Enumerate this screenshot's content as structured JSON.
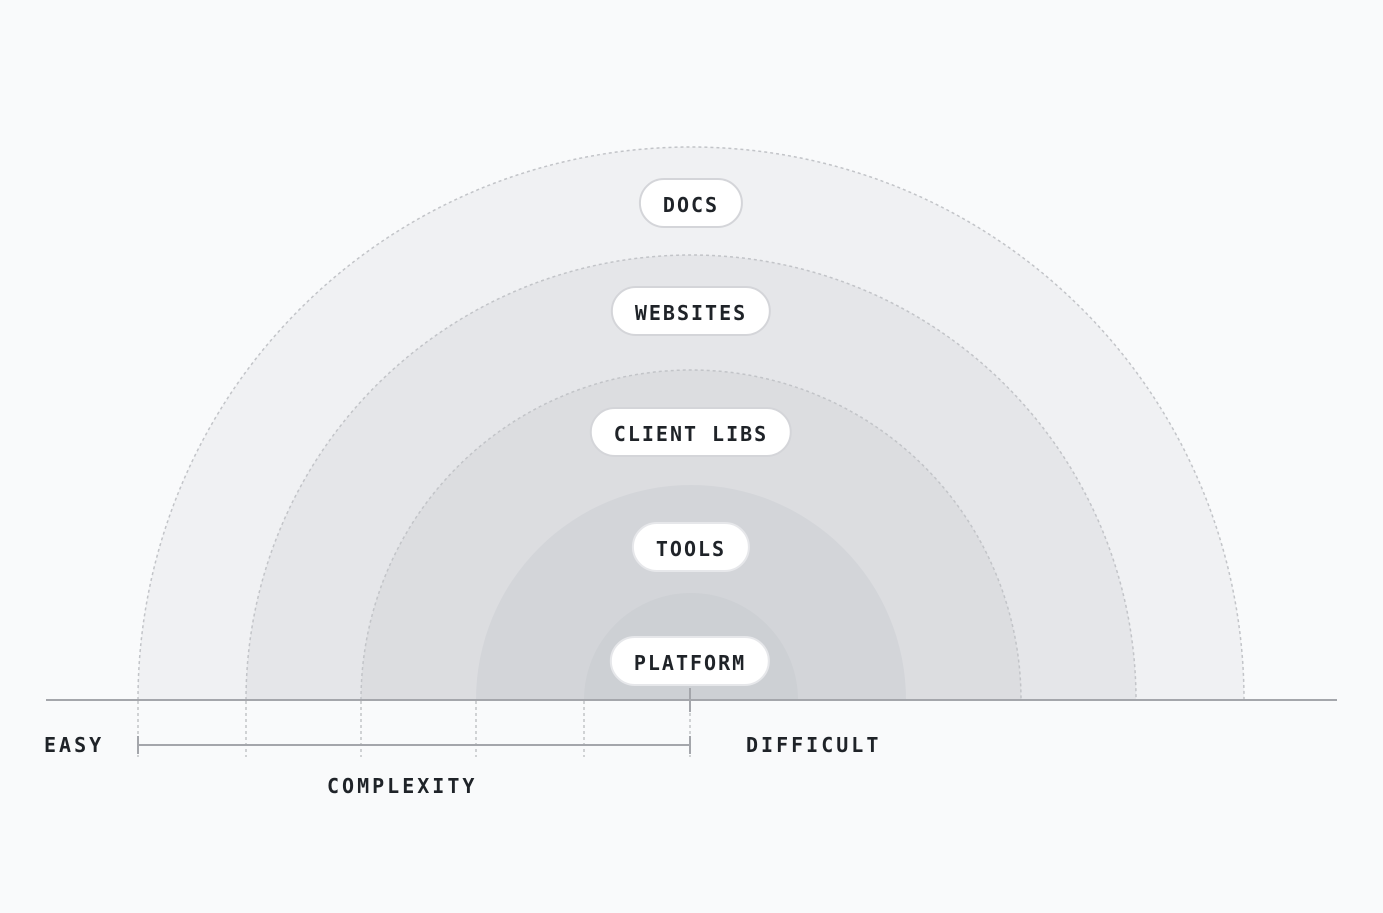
{
  "layers": [
    {
      "label": "DOCS"
    },
    {
      "label": "WEBSITES"
    },
    {
      "label": "CLIENT LIBS"
    },
    {
      "label": "TOOLS"
    },
    {
      "label": "PLATFORM"
    }
  ],
  "axis": {
    "left_label": "EASY",
    "right_label": "DIFFICULT",
    "scale_label": "COMPLEXITY"
  },
  "colors": {
    "background": "#f9fafb",
    "ring_docs": "#f0f1f3",
    "ring_websites": "#e5e6e9",
    "ring_client_libs": "#dcdde0",
    "ring_tools": "#d3d5d9",
    "ring_platform": "#cdd0d4",
    "ring_border": "#c2c4c8",
    "axis_line": "#a4a6ab",
    "text": "#1f2328"
  }
}
